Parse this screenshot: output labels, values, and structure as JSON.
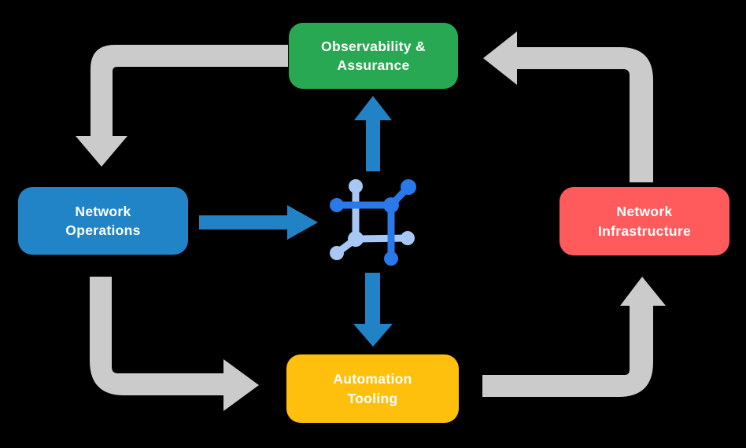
{
  "canvas": {
    "background": "#000000"
  },
  "nodes": [
    {
      "id": "observability",
      "lines": [
        "Observability &",
        "Assurance"
      ],
      "color": "#29A853",
      "text_color": "#FFFFFF"
    },
    {
      "id": "network-operations",
      "lines": [
        "Network",
        "Operations"
      ],
      "color": "#2084C6",
      "text_color": "#FFFFFF"
    },
    {
      "id": "network-infrastructure",
      "lines": [
        "Network",
        "Infrastructure"
      ],
      "color": "#FF5A5C",
      "text_color": "#FFFFFF"
    },
    {
      "id": "automation-tooling",
      "lines": [
        "Automation",
        "Tooling"
      ],
      "color": "#FFC00D",
      "text_color": "#FFFFFF"
    }
  ],
  "arrows": {
    "blue_color": "#2183C6",
    "gray_color": "#CBCBCB",
    "blue_flows": [
      "network-operations-to-center",
      "center-to-observability",
      "center-to-automation-tooling"
    ],
    "gray_flows": [
      "observability-to-network-operations",
      "network-infrastructure-to-observability",
      "network-operations-to-automation-tooling",
      "automation-tooling-to-network-infrastructure"
    ]
  },
  "center_icon": {
    "name": "network-nodes-icon",
    "primary_color": "#2979EA",
    "secondary_color": "#A7C8F4"
  }
}
